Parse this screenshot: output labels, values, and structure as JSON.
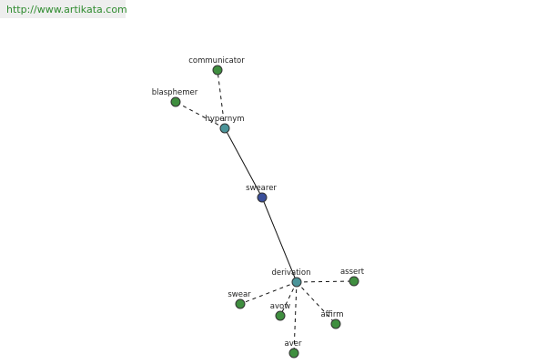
{
  "site": {
    "url": "http://www.artikata.com"
  },
  "colors": {
    "center": "#3a4f9a",
    "relation": "#4b9499",
    "leaf": "#3f8e3f",
    "stroke": "#333333"
  },
  "nodes": [
    {
      "id": "swearer",
      "label": "swearer",
      "kind": "center"
    },
    {
      "id": "hypernym",
      "label": "hypernym",
      "kind": "relation"
    },
    {
      "id": "derivation",
      "label": "derivation",
      "kind": "relation"
    },
    {
      "id": "communicator",
      "label": "communicator",
      "kind": "leaf"
    },
    {
      "id": "blasphemer",
      "label": "blasphemer",
      "kind": "leaf"
    },
    {
      "id": "assert",
      "label": "assert",
      "kind": "leaf"
    },
    {
      "id": "swear",
      "label": "swear",
      "kind": "leaf"
    },
    {
      "id": "avow",
      "label": "avow",
      "kind": "leaf"
    },
    {
      "id": "affirm",
      "label": "affirm",
      "kind": "leaf"
    },
    {
      "id": "aver",
      "label": "aver",
      "kind": "leaf"
    }
  ],
  "edges": [
    {
      "from": "swearer",
      "to": "hypernym",
      "style": "solid"
    },
    {
      "from": "swearer",
      "to": "derivation",
      "style": "solid"
    },
    {
      "from": "hypernym",
      "to": "communicator",
      "style": "dashed"
    },
    {
      "from": "hypernym",
      "to": "blasphemer",
      "style": "dashed"
    },
    {
      "from": "derivation",
      "to": "assert",
      "style": "dashed"
    },
    {
      "from": "derivation",
      "to": "swear",
      "style": "dashed"
    },
    {
      "from": "derivation",
      "to": "avow",
      "style": "dashed"
    },
    {
      "from": "derivation",
      "to": "affirm",
      "style": "dashed"
    },
    {
      "from": "derivation",
      "to": "aver",
      "style": "dashed"
    }
  ]
}
